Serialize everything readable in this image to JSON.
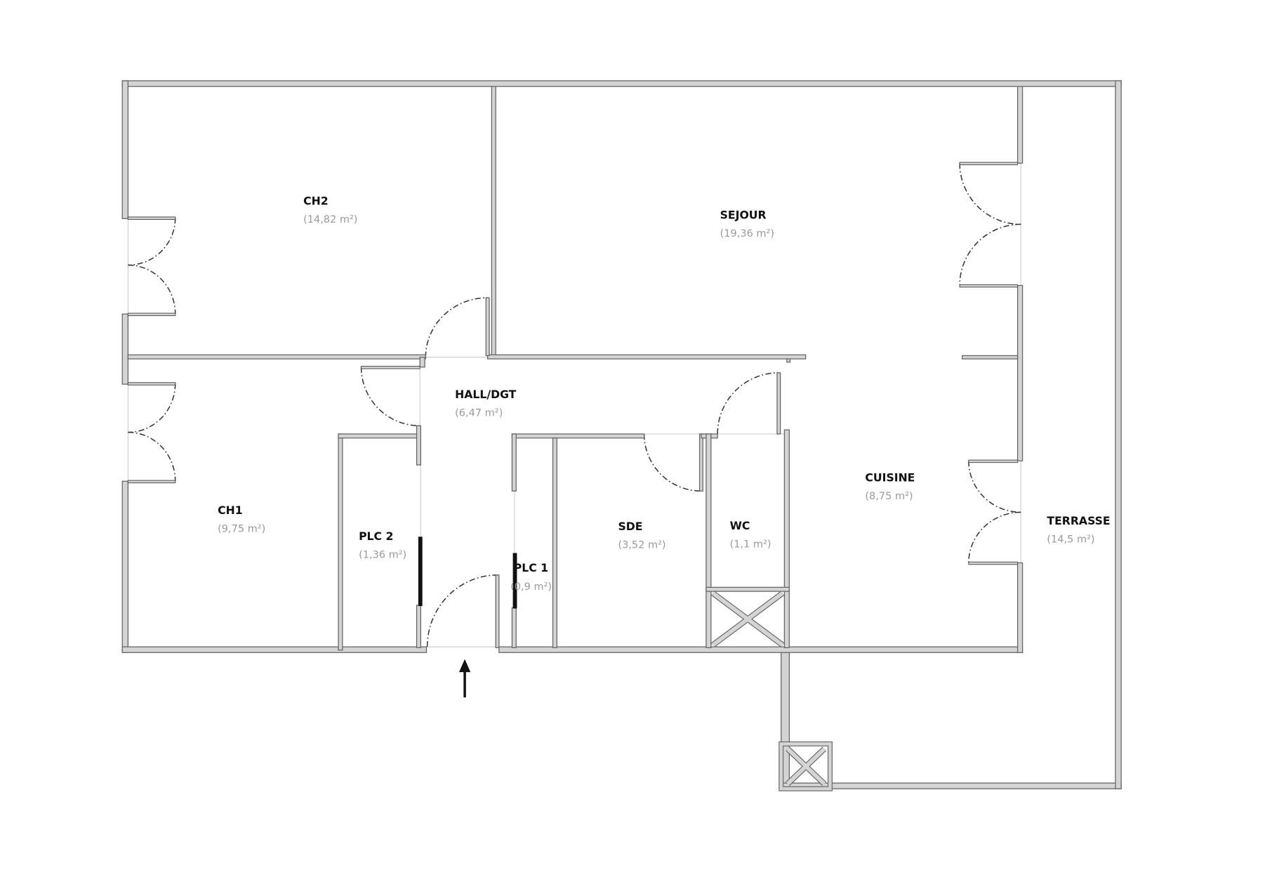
{
  "plan": {
    "rooms": [
      {
        "id": "ch2",
        "name": "CH2",
        "area": "(14,82 m²)"
      },
      {
        "id": "sejour",
        "name": "SEJOUR",
        "area": "(19,36 m²)"
      },
      {
        "id": "hall",
        "name": "HALL/DGT",
        "area": "(6,47 m²)"
      },
      {
        "id": "cuisine",
        "name": "CUISINE",
        "area": "(8,75 m²)"
      },
      {
        "id": "terrasse",
        "name": "TERRASSE",
        "area": "(14,5 m²)"
      },
      {
        "id": "ch1",
        "name": "CH1",
        "area": "(9,75 m²)"
      },
      {
        "id": "plc2",
        "name": "PLC 2",
        "area": "(1,36 m²)"
      },
      {
        "id": "plc1",
        "name": "PLC 1",
        "area": "(0,9 m²)"
      },
      {
        "id": "sde",
        "name": "SDE",
        "area": "(3,52 m²)"
      },
      {
        "id": "wc",
        "name": "WC",
        "area": "(1,1 m²)"
      }
    ],
    "entrance_icon": "arrow-up-icon",
    "colors": {
      "wall_fill": "#d4d4d4",
      "wall_outline": "#666666",
      "label": "#111111",
      "area": "#9a9a9a"
    }
  }
}
